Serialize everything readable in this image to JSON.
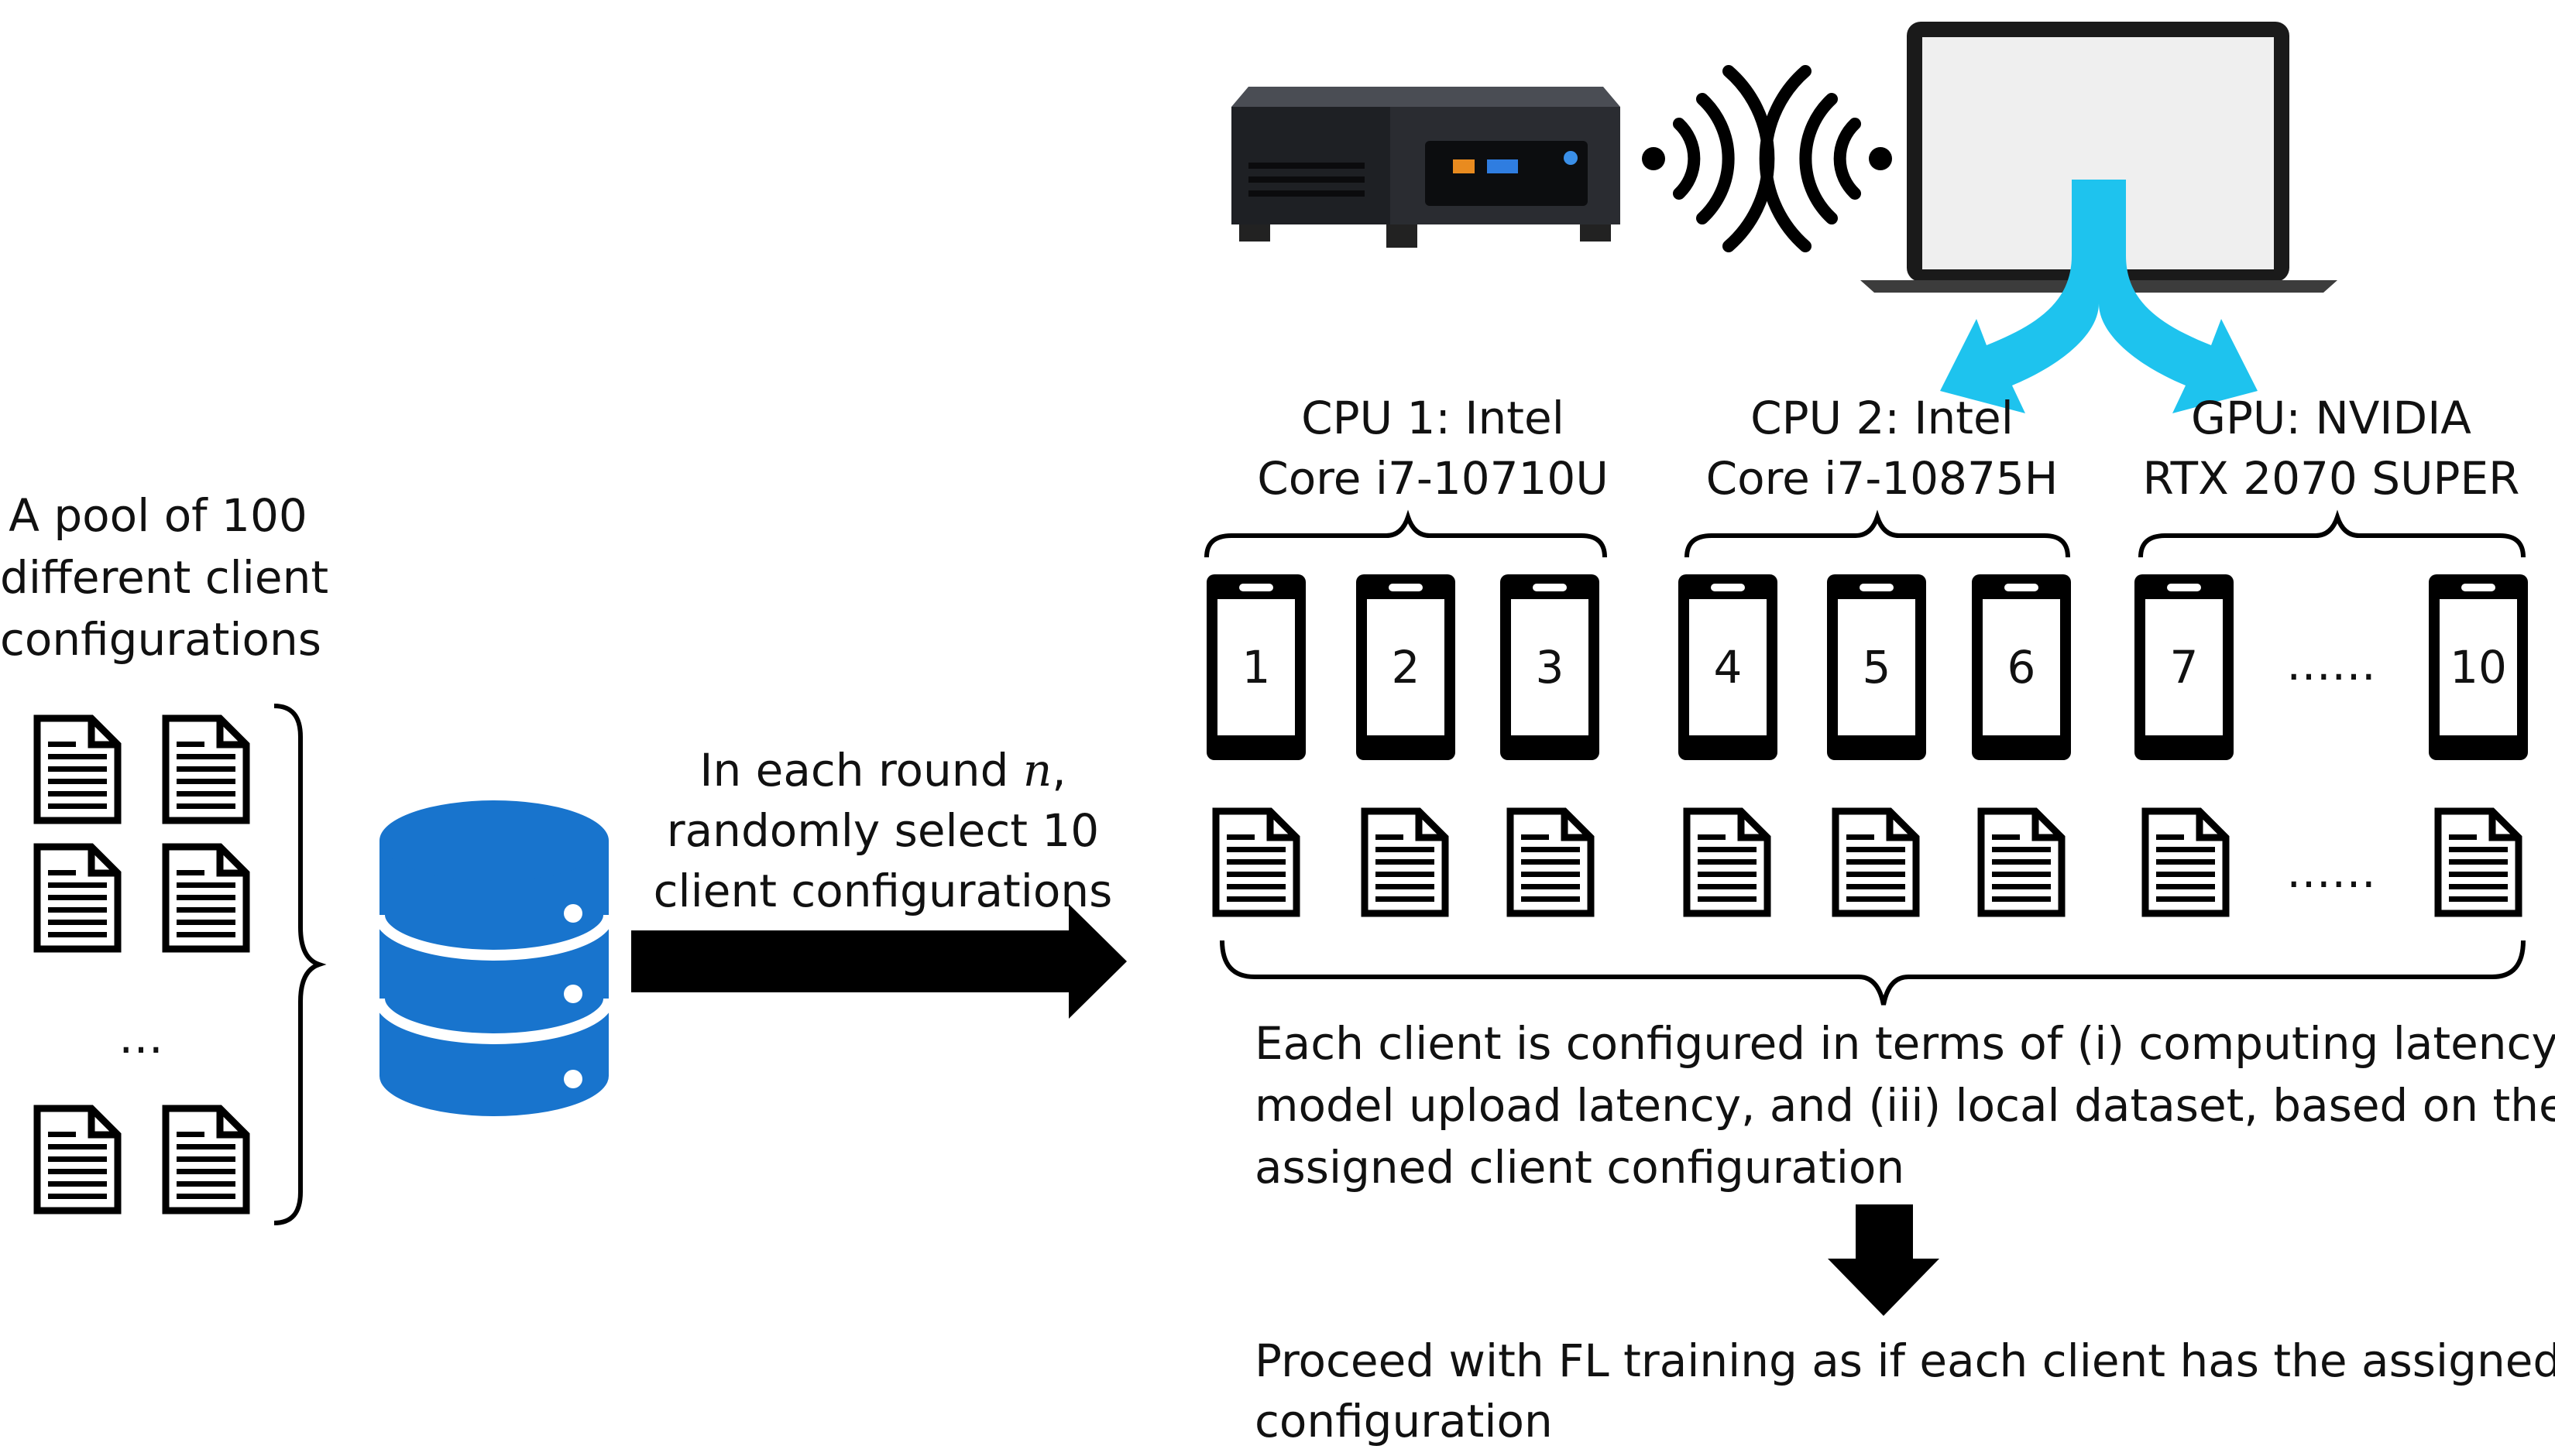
{
  "pool": {
    "line1": "A pool of 100",
    "line2": "different client",
    "line3": "configurations",
    "ellipsis": "…"
  },
  "selection": {
    "line1_prefix": "In each round ",
    "line1_var": "n",
    "line1_suffix": ",",
    "line2": "randomly select 10",
    "line3": "client configurations"
  },
  "devices": {
    "cpu1_line1": "CPU 1: Intel",
    "cpu1_line2": "Core i7-10710U",
    "cpu2_line1": "CPU 2: Intel",
    "cpu2_line2": "Core i7-10875H",
    "gpu_line1": "GPU: NVIDIA",
    "gpu_line2": "RTX 2070 SUPER"
  },
  "clients": {
    "labels": [
      "1",
      "2",
      "3",
      "4",
      "5",
      "6",
      "7",
      "10"
    ],
    "phone_ellipsis": "……",
    "doc_ellipsis": "……"
  },
  "config_note": {
    "line1": "Each client is configured in terms of (i) computing latency, (ii)",
    "line2": "model upload latency, and (iii) local dataset, based on the",
    "line3": "assigned client configuration"
  },
  "proceed_note": {
    "line1": "Proceed with FL training as if each client has the assigned",
    "line2": "configuration"
  },
  "colors": {
    "database": "#1874cd",
    "arrow_split": "#1ec3ee",
    "ink": "#000000",
    "mini_pc": "#2a2c31",
    "laptop_screen": "#efefef"
  }
}
